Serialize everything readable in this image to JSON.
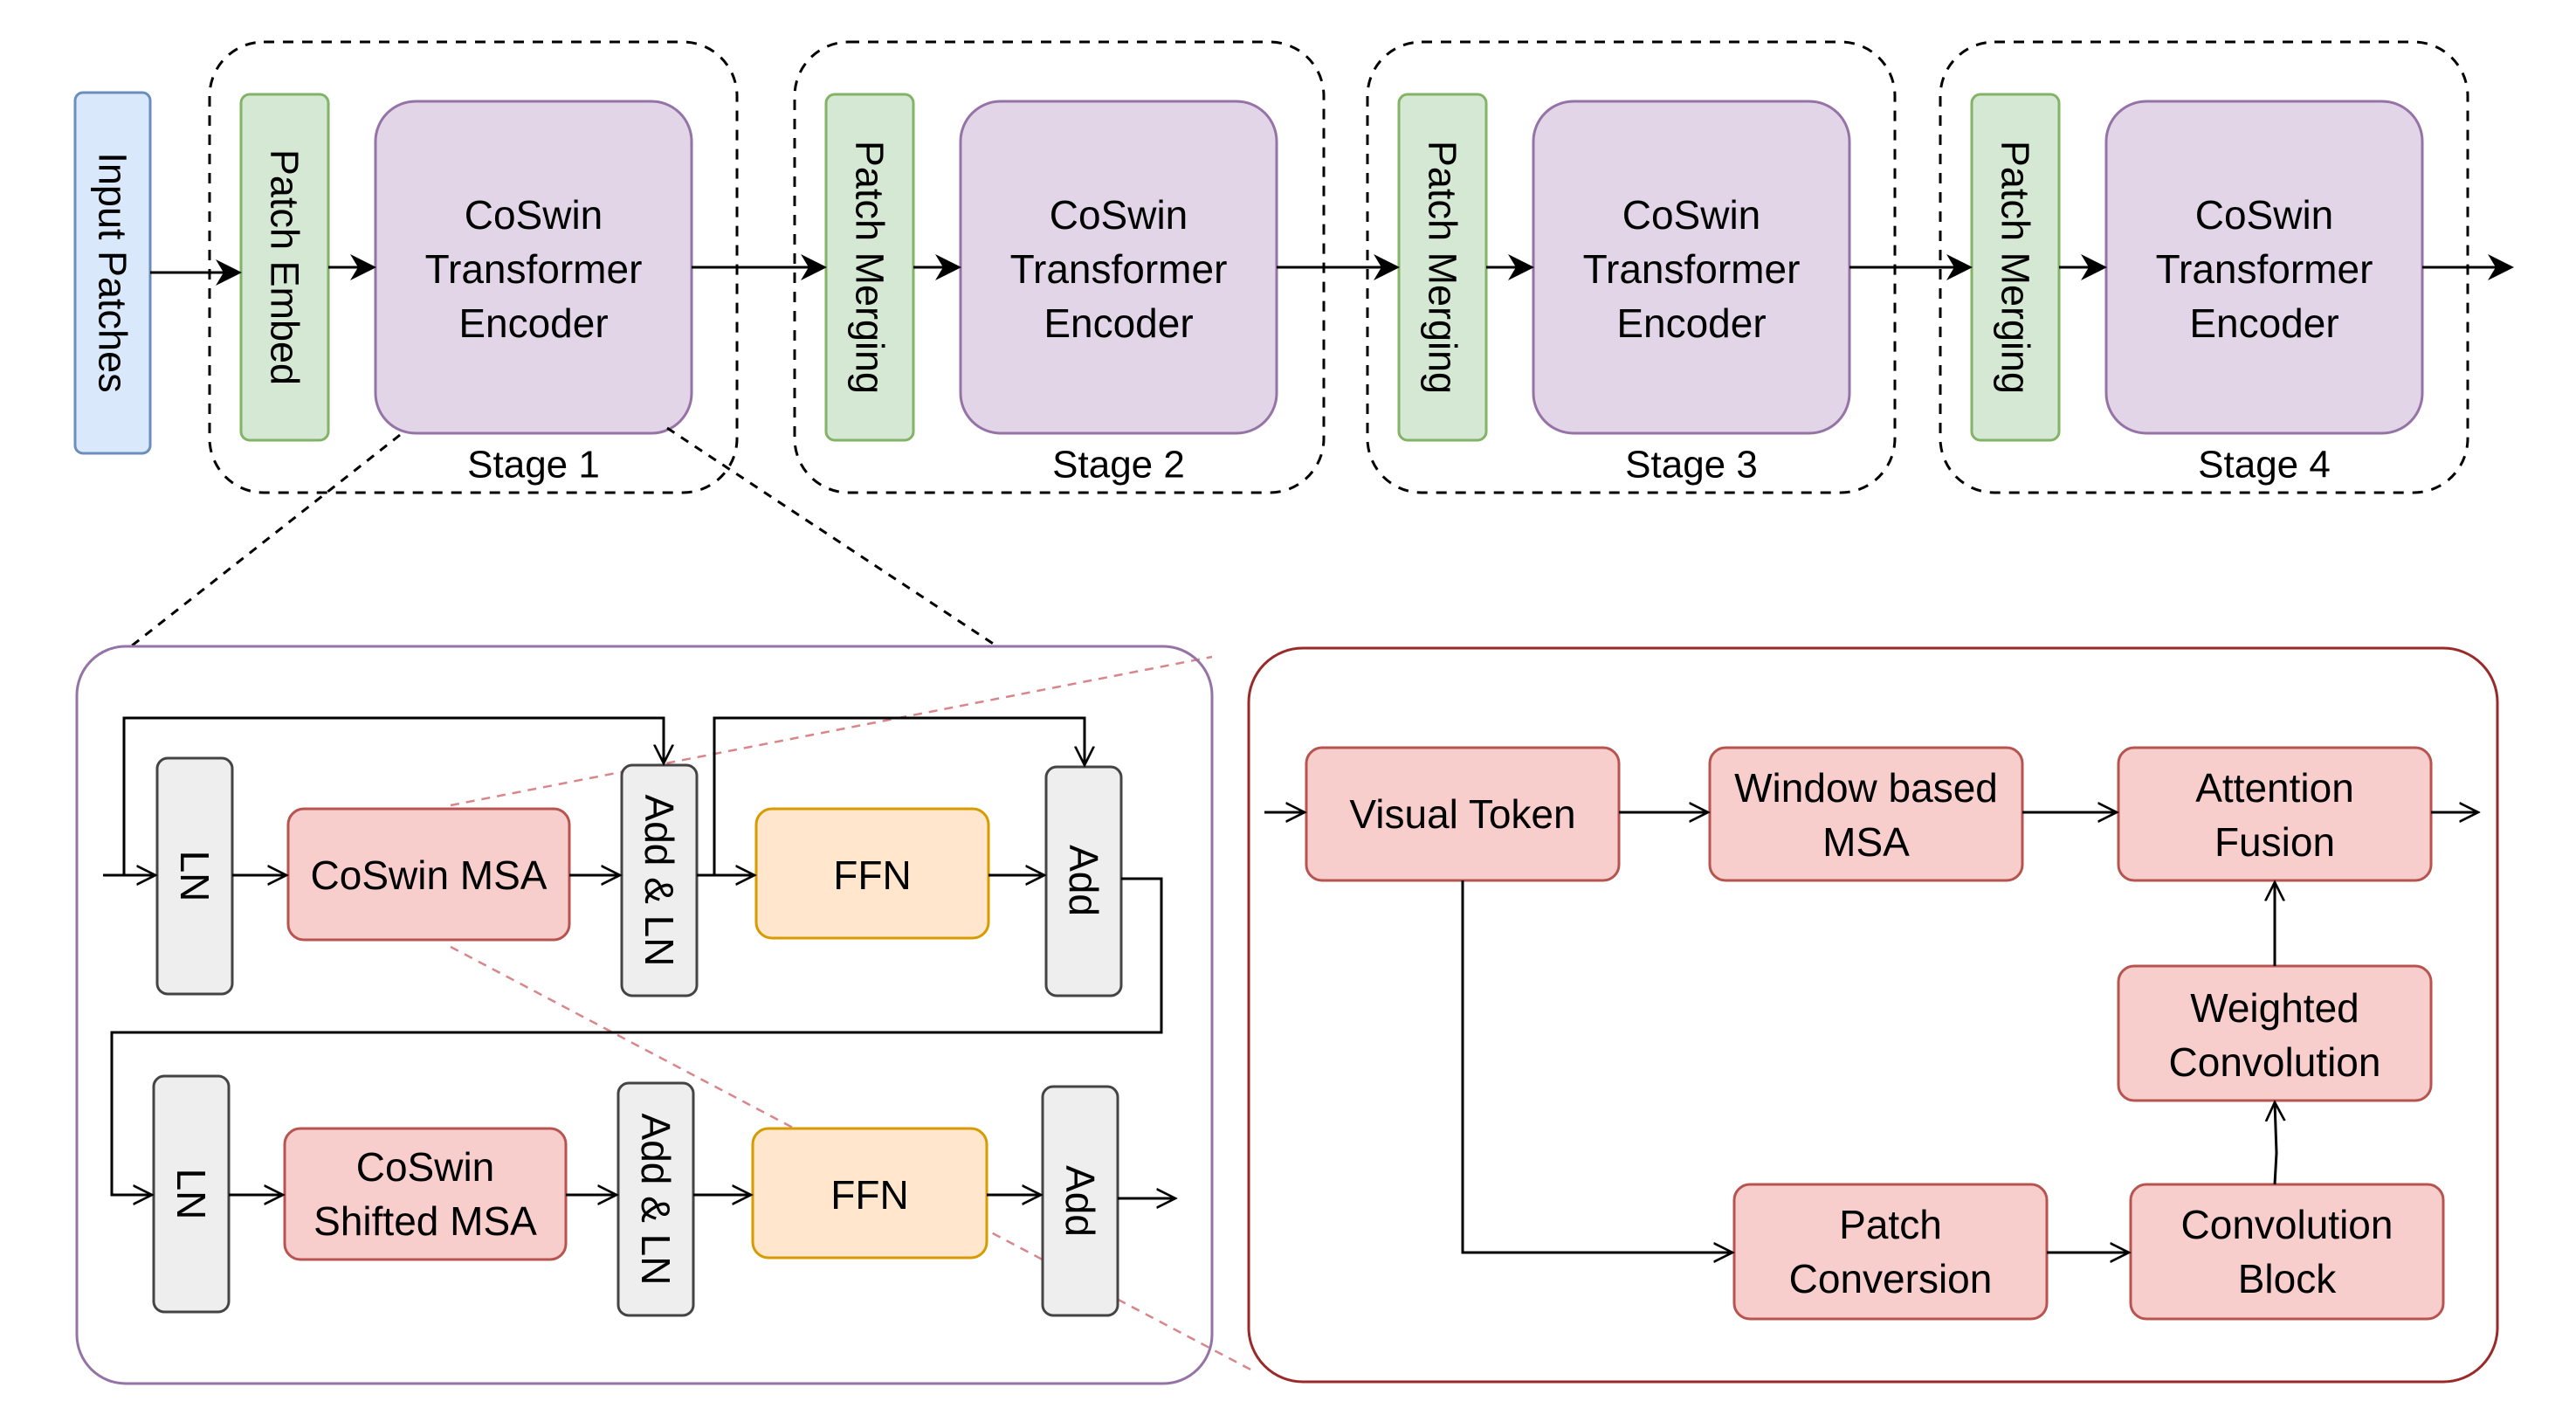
{
  "input": "Input Patches",
  "stages": [
    {
      "label": "Stage 1",
      "embed": "Patch Embed",
      "encoder": [
        "CoSwin",
        "Transformer",
        "Encoder"
      ]
    },
    {
      "label": "Stage 2",
      "embed": "Patch Merging",
      "encoder": [
        "CoSwin",
        "Transformer",
        "Encoder"
      ]
    },
    {
      "label": "Stage 3",
      "embed": "Patch Merging",
      "encoder": [
        "CoSwin",
        "Transformer",
        "Encoder"
      ]
    },
    {
      "label": "Stage 4",
      "embed": "Patch Merging",
      "encoder": [
        "CoSwin",
        "Transformer",
        "Encoder"
      ]
    }
  ],
  "block": {
    "row1": {
      "ln": "LN",
      "msa": "CoSwin MSA",
      "add_ln": "Add & LN",
      "ffn": "FFN",
      "add": "Add"
    },
    "row2": {
      "ln": "LN",
      "msa": [
        "CoSwin",
        "Shifted MSA"
      ],
      "add_ln": "Add & LN",
      "ffn": "FFN",
      "add": "Add"
    }
  },
  "msa_detail": {
    "visual_token": "Visual Token",
    "window_msa": [
      "Window based",
      "MSA"
    ],
    "attention_fusion": [
      "Attention",
      "Fusion"
    ],
    "weighted_conv": [
      "Weighted",
      "Convolution"
    ],
    "patch_conversion": [
      "Patch",
      "Conversion"
    ],
    "conv_block": [
      "Convolution",
      "Block"
    ]
  },
  "colors": {
    "input_fill": "#dae8fc",
    "input_stroke": "#6c8ebf",
    "embed_fill": "#d5e8d4",
    "embed_stroke": "#82b366",
    "encoder_fill": "#e1d5e7",
    "encoder_stroke": "#9673a6",
    "msa_fill": "#f8cecc",
    "msa_stroke": "#b85450",
    "ffn_fill": "#ffe6cc",
    "ffn_stroke": "#d79b00",
    "gray_fill": "#eeeeee",
    "gray_stroke": "#444444",
    "detail_frame": "#9a2a2a",
    "block_frame": "#9673a6"
  }
}
